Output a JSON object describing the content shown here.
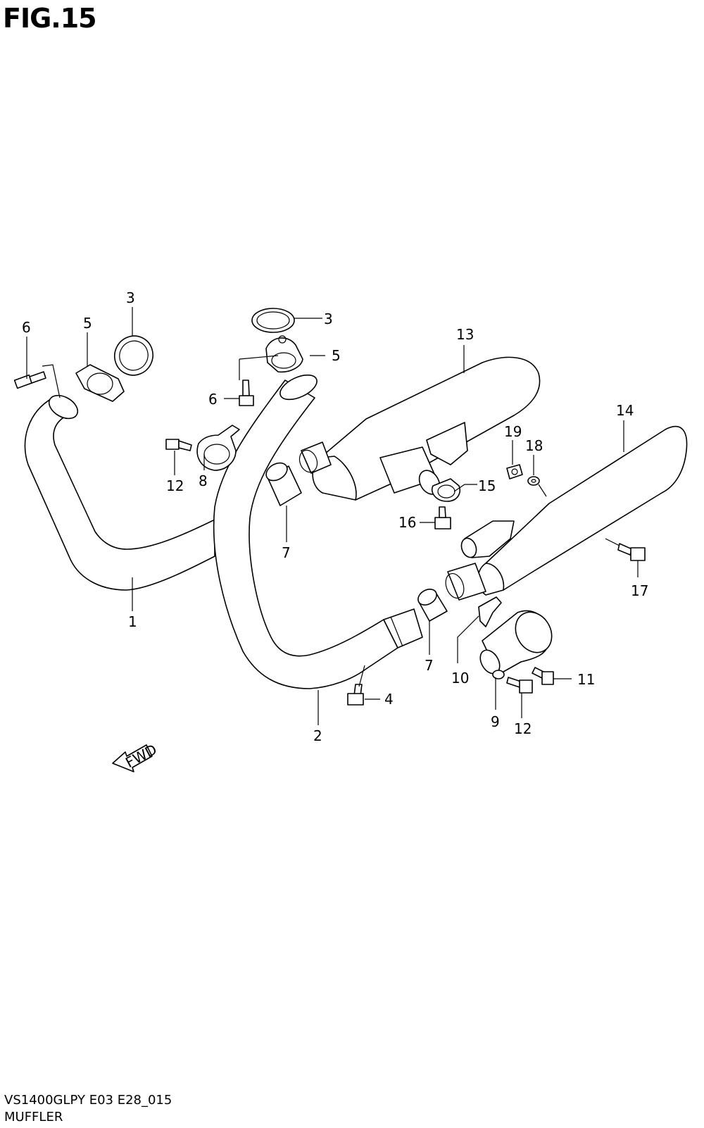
{
  "figure": {
    "title": "FIG.15",
    "model_code": "VS1400GLPY E03 E28_015",
    "section_name": "MUFFLER",
    "direction_label": "FWD"
  },
  "callouts": [
    {
      "id": "c3a",
      "label": "3"
    },
    {
      "id": "c6a",
      "label": "6"
    },
    {
      "id": "c5a",
      "label": "5"
    },
    {
      "id": "c3b",
      "label": "3"
    },
    {
      "id": "c5b",
      "label": "5"
    },
    {
      "id": "c6b",
      "label": "6"
    },
    {
      "id": "c13",
      "label": "13"
    },
    {
      "id": "c14",
      "label": "14"
    },
    {
      "id": "c19",
      "label": "19"
    },
    {
      "id": "c18",
      "label": "18"
    },
    {
      "id": "c12a",
      "label": "12"
    },
    {
      "id": "c8",
      "label": "8"
    },
    {
      "id": "c15",
      "label": "15"
    },
    {
      "id": "c7a",
      "label": "7"
    },
    {
      "id": "c16",
      "label": "16"
    },
    {
      "id": "c17",
      "label": "17"
    },
    {
      "id": "c1",
      "label": "1"
    },
    {
      "id": "c7b",
      "label": "7"
    },
    {
      "id": "c10",
      "label": "10"
    },
    {
      "id": "c11",
      "label": "11"
    },
    {
      "id": "c4",
      "label": "4"
    },
    {
      "id": "c9",
      "label": "9"
    },
    {
      "id": "c12b",
      "label": "12"
    },
    {
      "id": "c2",
      "label": "2"
    }
  ]
}
